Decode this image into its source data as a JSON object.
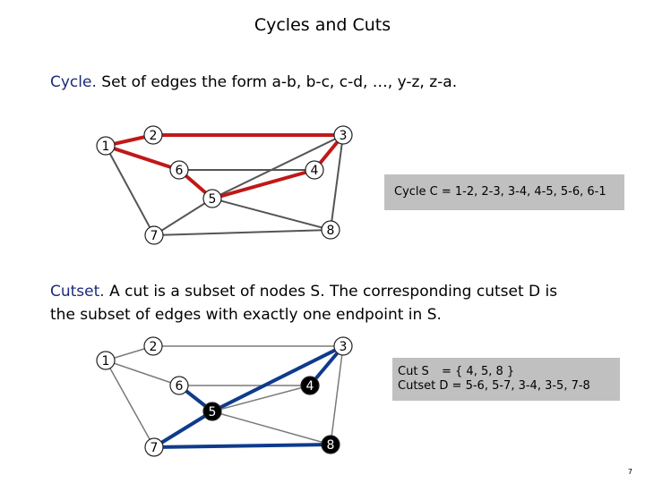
{
  "title": "Cycles and Cuts",
  "cycle_section": {
    "term": "Cycle.",
    "definition": "Set of edges the form a-b, b-c, c-d, …, y-z, z-a.",
    "box_key": "Cycle C",
    "box_value": "=  1-2, 2-3, 3-4, 4-5, 5-6, 6-1"
  },
  "cut_section": {
    "term": "Cutset.",
    "definition_line1": "A cut is a subset of nodes S.  The corresponding cutset D is",
    "definition_line2": "the subset of edges with exactly one endpoint in S.",
    "box_row1_key": "Cut S",
    "box_row1_value": "= { 4, 5, 8 }",
    "box_row2_key": "Cutset  D =",
    "box_row2_value": "5-6, 5-7, 3-4, 3-5, 7-8"
  },
  "graph": {
    "nodes": [
      "1",
      "2",
      "3",
      "4",
      "5",
      "6",
      "7",
      "8"
    ],
    "edges": [
      [
        "1",
        "2"
      ],
      [
        "2",
        "3"
      ],
      [
        "1",
        "6"
      ],
      [
        "6",
        "4"
      ],
      [
        "4",
        "3"
      ],
      [
        "1",
        "7"
      ],
      [
        "6",
        "5"
      ],
      [
        "5",
        "7"
      ],
      [
        "3",
        "5"
      ],
      [
        "4",
        "5"
      ],
      [
        "5",
        "8"
      ],
      [
        "7",
        "8"
      ],
      [
        "3",
        "8"
      ]
    ],
    "cycle_edges": [
      [
        "1",
        "2"
      ],
      [
        "2",
        "3"
      ],
      [
        "3",
        "4"
      ],
      [
        "4",
        "5"
      ],
      [
        "5",
        "6"
      ],
      [
        "6",
        "1"
      ]
    ],
    "cut_nodes": [
      "4",
      "5",
      "8"
    ],
    "cutset_edges": [
      [
        "5",
        "6"
      ],
      [
        "5",
        "7"
      ],
      [
        "3",
        "4"
      ],
      [
        "3",
        "5"
      ],
      [
        "7",
        "8"
      ]
    ],
    "colors": {
      "edge": "#555555",
      "edge_light": "#7a7a7a",
      "cycle": "#c01818",
      "cutset": "#0e3b8c",
      "cut_node_fill": "#000000",
      "node_fill": "#ffffff",
      "box_bg": "#c0c0c0"
    }
  },
  "page_number": "7"
}
